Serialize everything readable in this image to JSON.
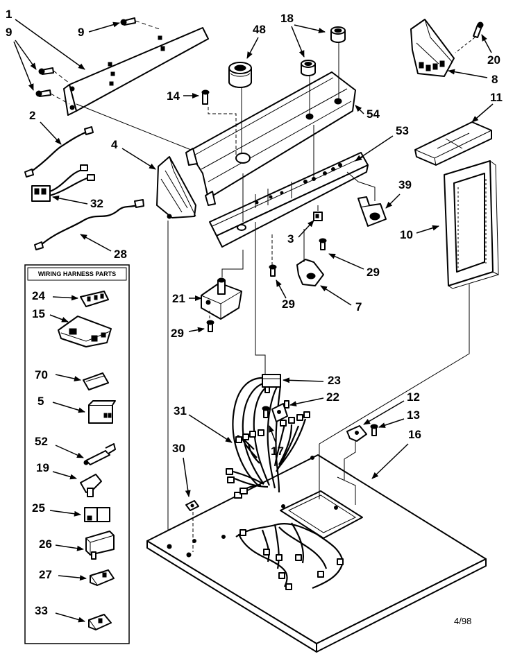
{
  "inset": {
    "title": "WIRING HARNESS PARTS"
  },
  "date_code": "4/98",
  "callouts": {
    "c1": "1",
    "c9a": "9",
    "c9b": "9",
    "c18": "18",
    "c48": "48",
    "c20": "20",
    "c8": "8",
    "c14": "14",
    "c54": "54",
    "c11": "11",
    "c2": "2",
    "c4": "4",
    "c53": "53",
    "c32": "32",
    "c39": "39",
    "c10": "10",
    "c3": "3",
    "c28": "28",
    "c29a": "29",
    "c29b": "29",
    "c29c": "29",
    "c7": "7",
    "c21": "21",
    "c24": "24",
    "c15": "15",
    "c70": "70",
    "c5": "5",
    "c52": "52",
    "c19": "19",
    "c25": "25",
    "c26": "26",
    "c27": "27",
    "c33": "33",
    "c23": "23",
    "c22": "22",
    "c12": "12",
    "c13": "13",
    "c31": "31",
    "c16": "16",
    "c17": "17",
    "c30": "30"
  },
  "icons": {
    "console": "console-panel-icon",
    "base": "cabinet-top-base-icon",
    "filter": "lint-filter-icon",
    "harness": "wiring-harness-icon",
    "endcap": "end-cap-icon",
    "knob": "knob-icon",
    "screw": "screw-icon"
  }
}
